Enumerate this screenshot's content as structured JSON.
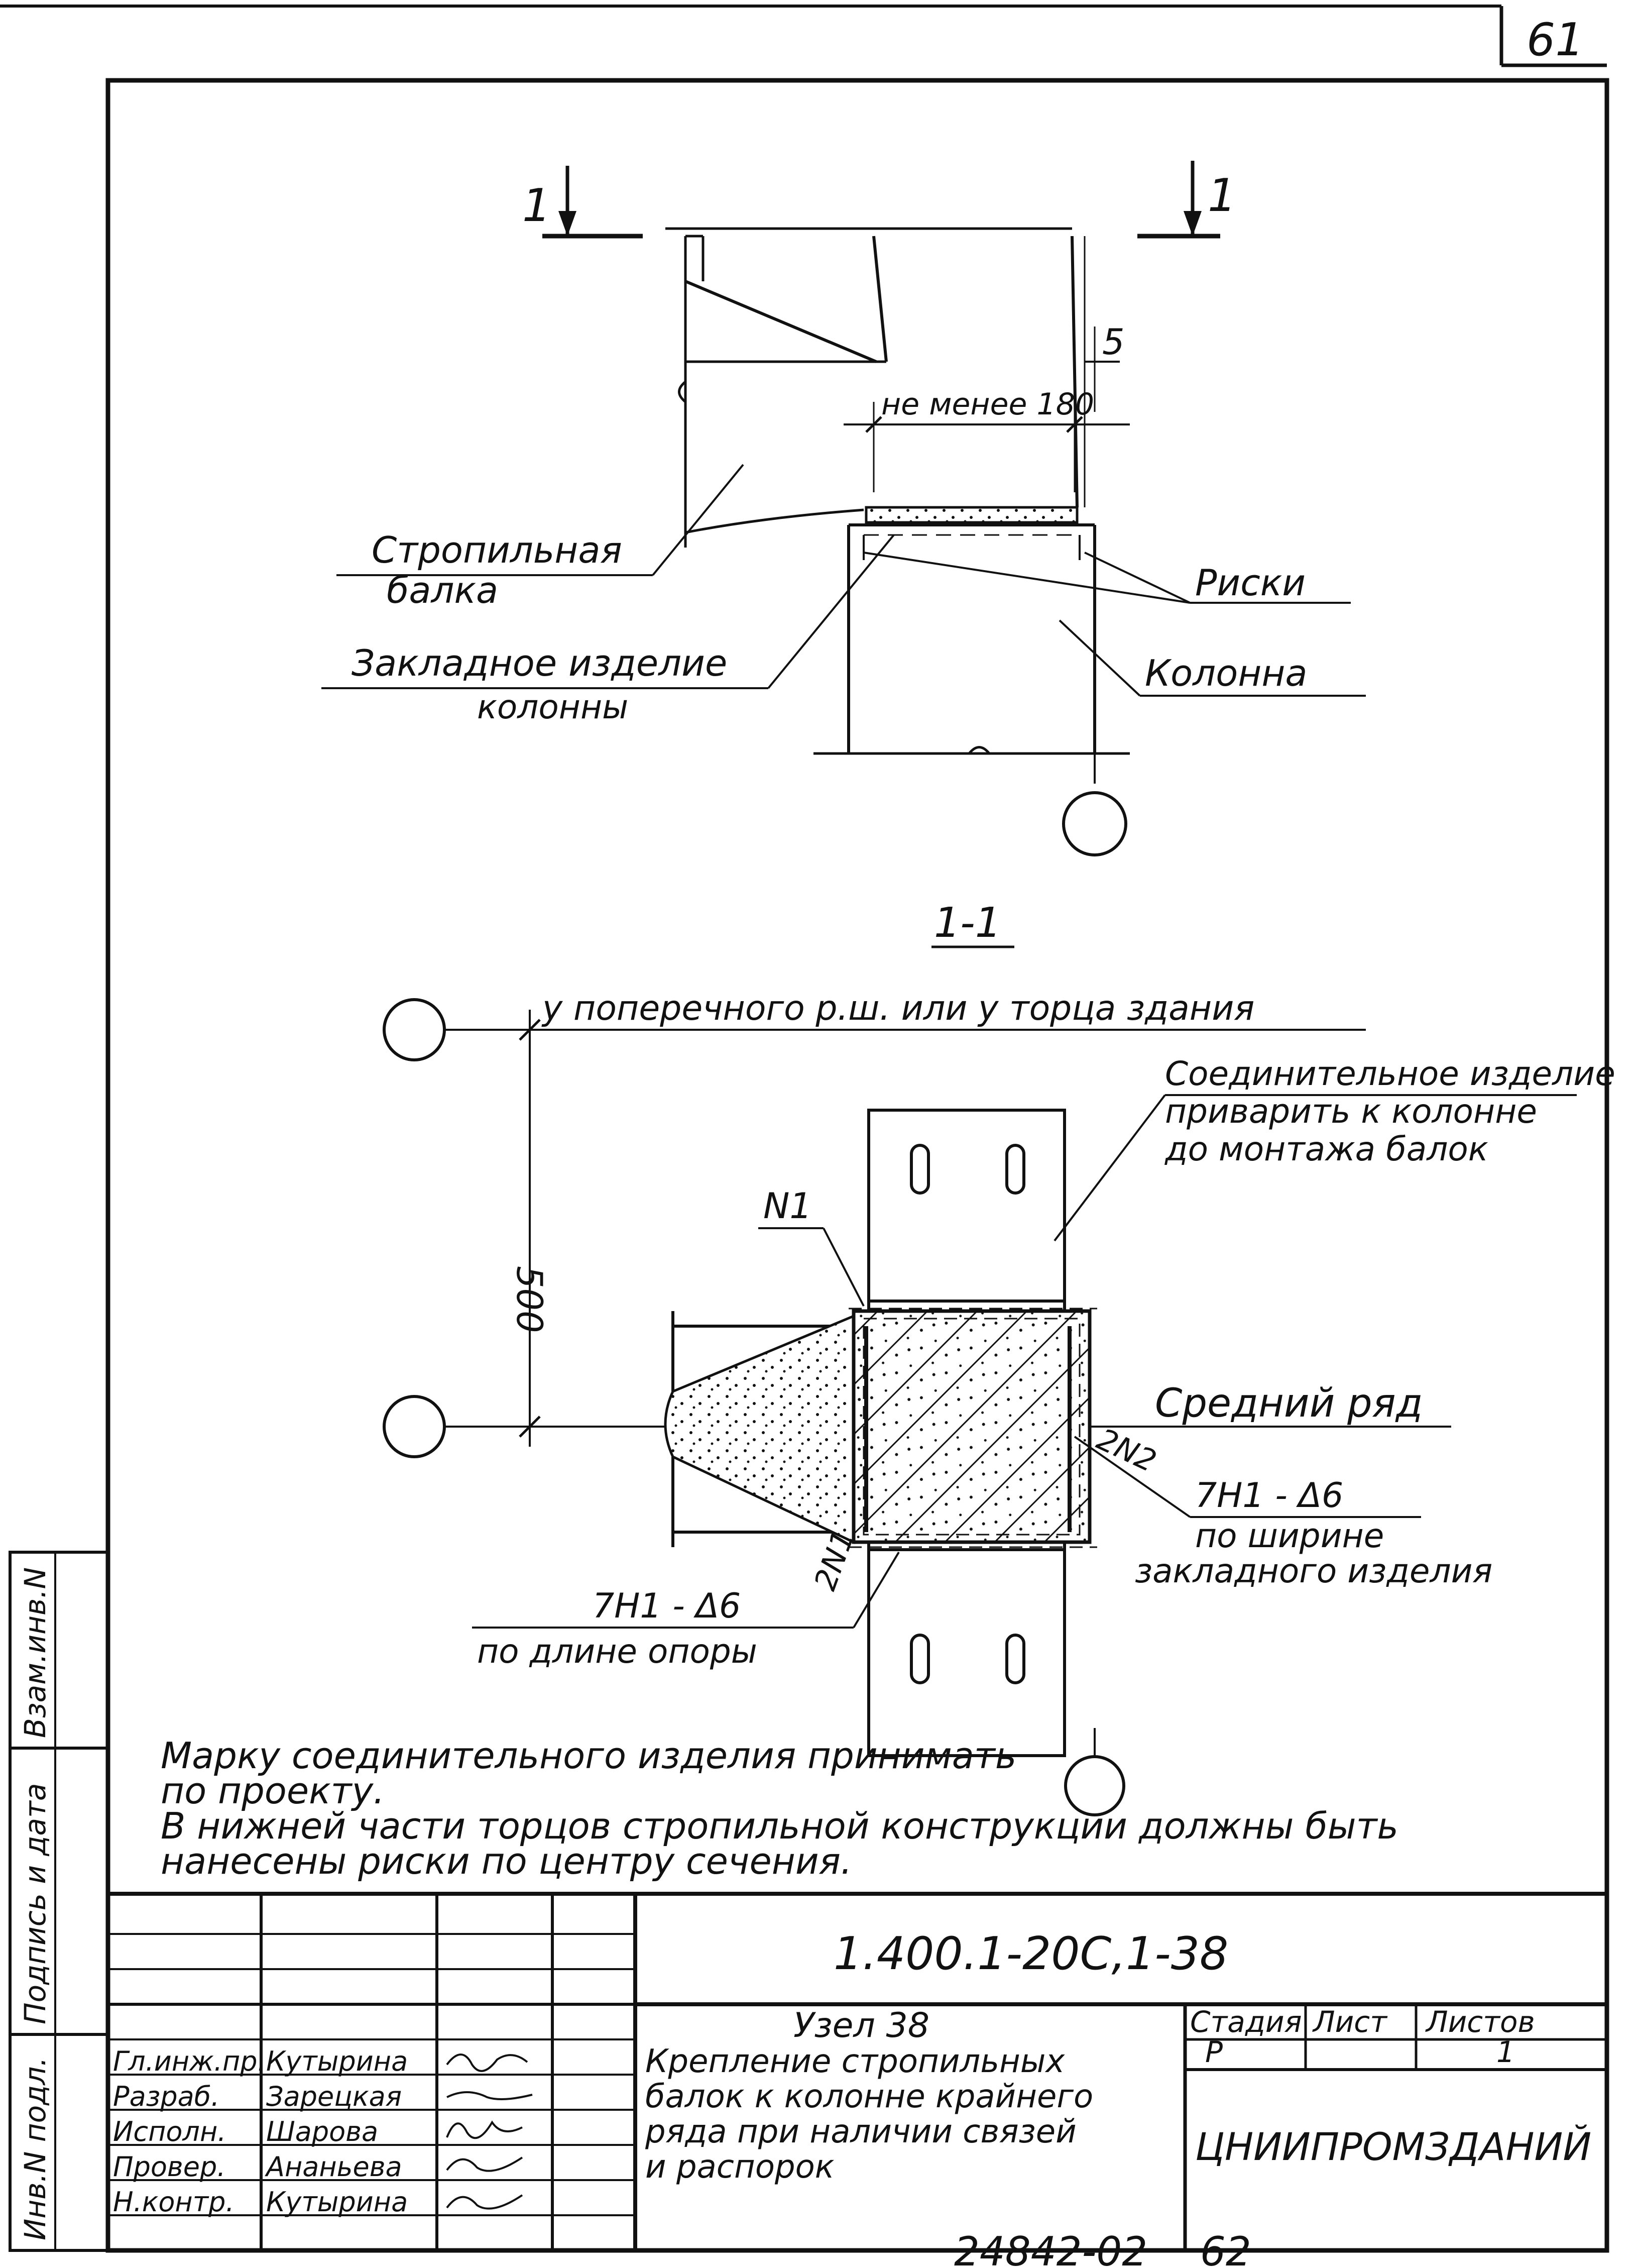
{
  "sheet": {
    "page_number": "61",
    "bottom_number": "24842-02",
    "bottom_page": "62"
  },
  "elevation": {
    "section_mark_left": "1",
    "section_mark_right": "1",
    "dim_gap": "5",
    "dim_support": "не менее 180",
    "label_beam_line1": "Стропильная",
    "label_beam_line2": "балка",
    "label_embed_line1": "Закладное изделие",
    "label_embed_line2": "колонны",
    "label_marks": "Риски",
    "label_column": "Колонна"
  },
  "section": {
    "title": "1-1",
    "top_axis_note": "у поперечного р.ш. или у торца здания",
    "dim_500": "500",
    "connector_note_line1": "Соединительное изделие",
    "connector_note_line2": "приварить к колонне",
    "connector_note_line3": "до монтажа балок",
    "n1": "N1",
    "middle_row": "Средний ряд",
    "mark_2n2": "2N2",
    "mark_2n1": "2N1",
    "weld_right_line1": "7H1 - Δ6",
    "weld_right_line2": "по ширине",
    "weld_right_line3": "закладного изделия",
    "weld_left_line1": "7H1 - Δ6",
    "weld_left_line2": "по длине опоры"
  },
  "notes": {
    "line1": "Марку соединительного изделия принимать",
    "line2": "по проекту.",
    "line3": "В нижней части торцов стропильной конструкции должны быть",
    "line4": "нанесены риски по центру сечения."
  },
  "side_stamp": {
    "cell1": "Взам.инв.N",
    "cell2": "Подпись и дата",
    "cell3": "Инв.N подл."
  },
  "title_block": {
    "doc_code": "1.400.1-20С,1-38",
    "node_title": "Узел 38",
    "description_line1": "Крепление стропильных",
    "description_line2": "балок к колонне крайнего",
    "description_line3": "ряда при наличии связей",
    "description_line4": "и распорок",
    "col_stage": "Стадия",
    "col_sheet": "Лист",
    "col_sheets": "Листов",
    "stage_value": "Р",
    "sheets_value": "1",
    "organization": "ЦНИИПРОМЗДАНИЙ",
    "roles": [
      {
        "role": "Гл.инж.пр.",
        "name": "Кутырина"
      },
      {
        "role": "Разраб.",
        "name": "Зарецкая"
      },
      {
        "role": "Исполн.",
        "name": "Шарова"
      },
      {
        "role": "Провер.",
        "name": "Ананьева"
      },
      {
        "role": "Н.контр.",
        "name": "Кутырина"
      }
    ]
  }
}
